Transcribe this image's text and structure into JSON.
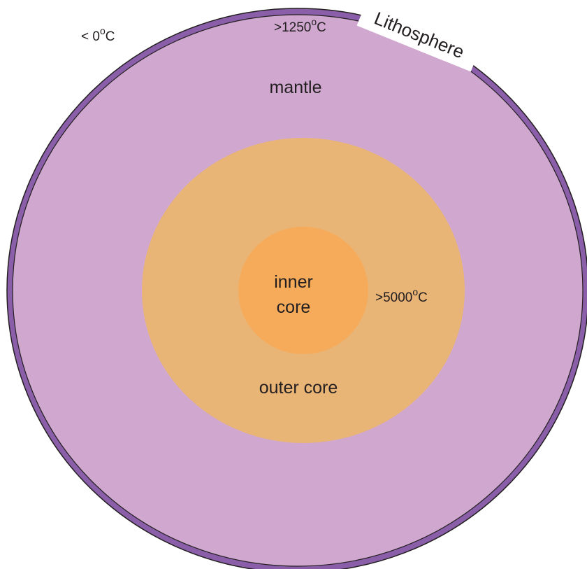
{
  "diagram": {
    "layers": {
      "lithosphere": {
        "label": "Lithosphere",
        "color": "#8a5ea8"
      },
      "mantle": {
        "label": "mantle",
        "color": "#cfa7cf"
      },
      "outer_core": {
        "label": "outer core",
        "color": "#e9b577"
      },
      "inner_core": {
        "label_line1": "inner",
        "label_line2": "core",
        "color": "#f6ab5a"
      }
    },
    "temperatures": {
      "surface": {
        "prefix": "< 0",
        "degree": "o",
        "unit": "C"
      },
      "lithosphere_base": {
        "prefix": ">1250",
        "degree": "o",
        "unit": "C"
      },
      "core": {
        "prefix": ">5000",
        "degree": "o",
        "unit": "C"
      }
    },
    "outline_color": "#231f20"
  }
}
